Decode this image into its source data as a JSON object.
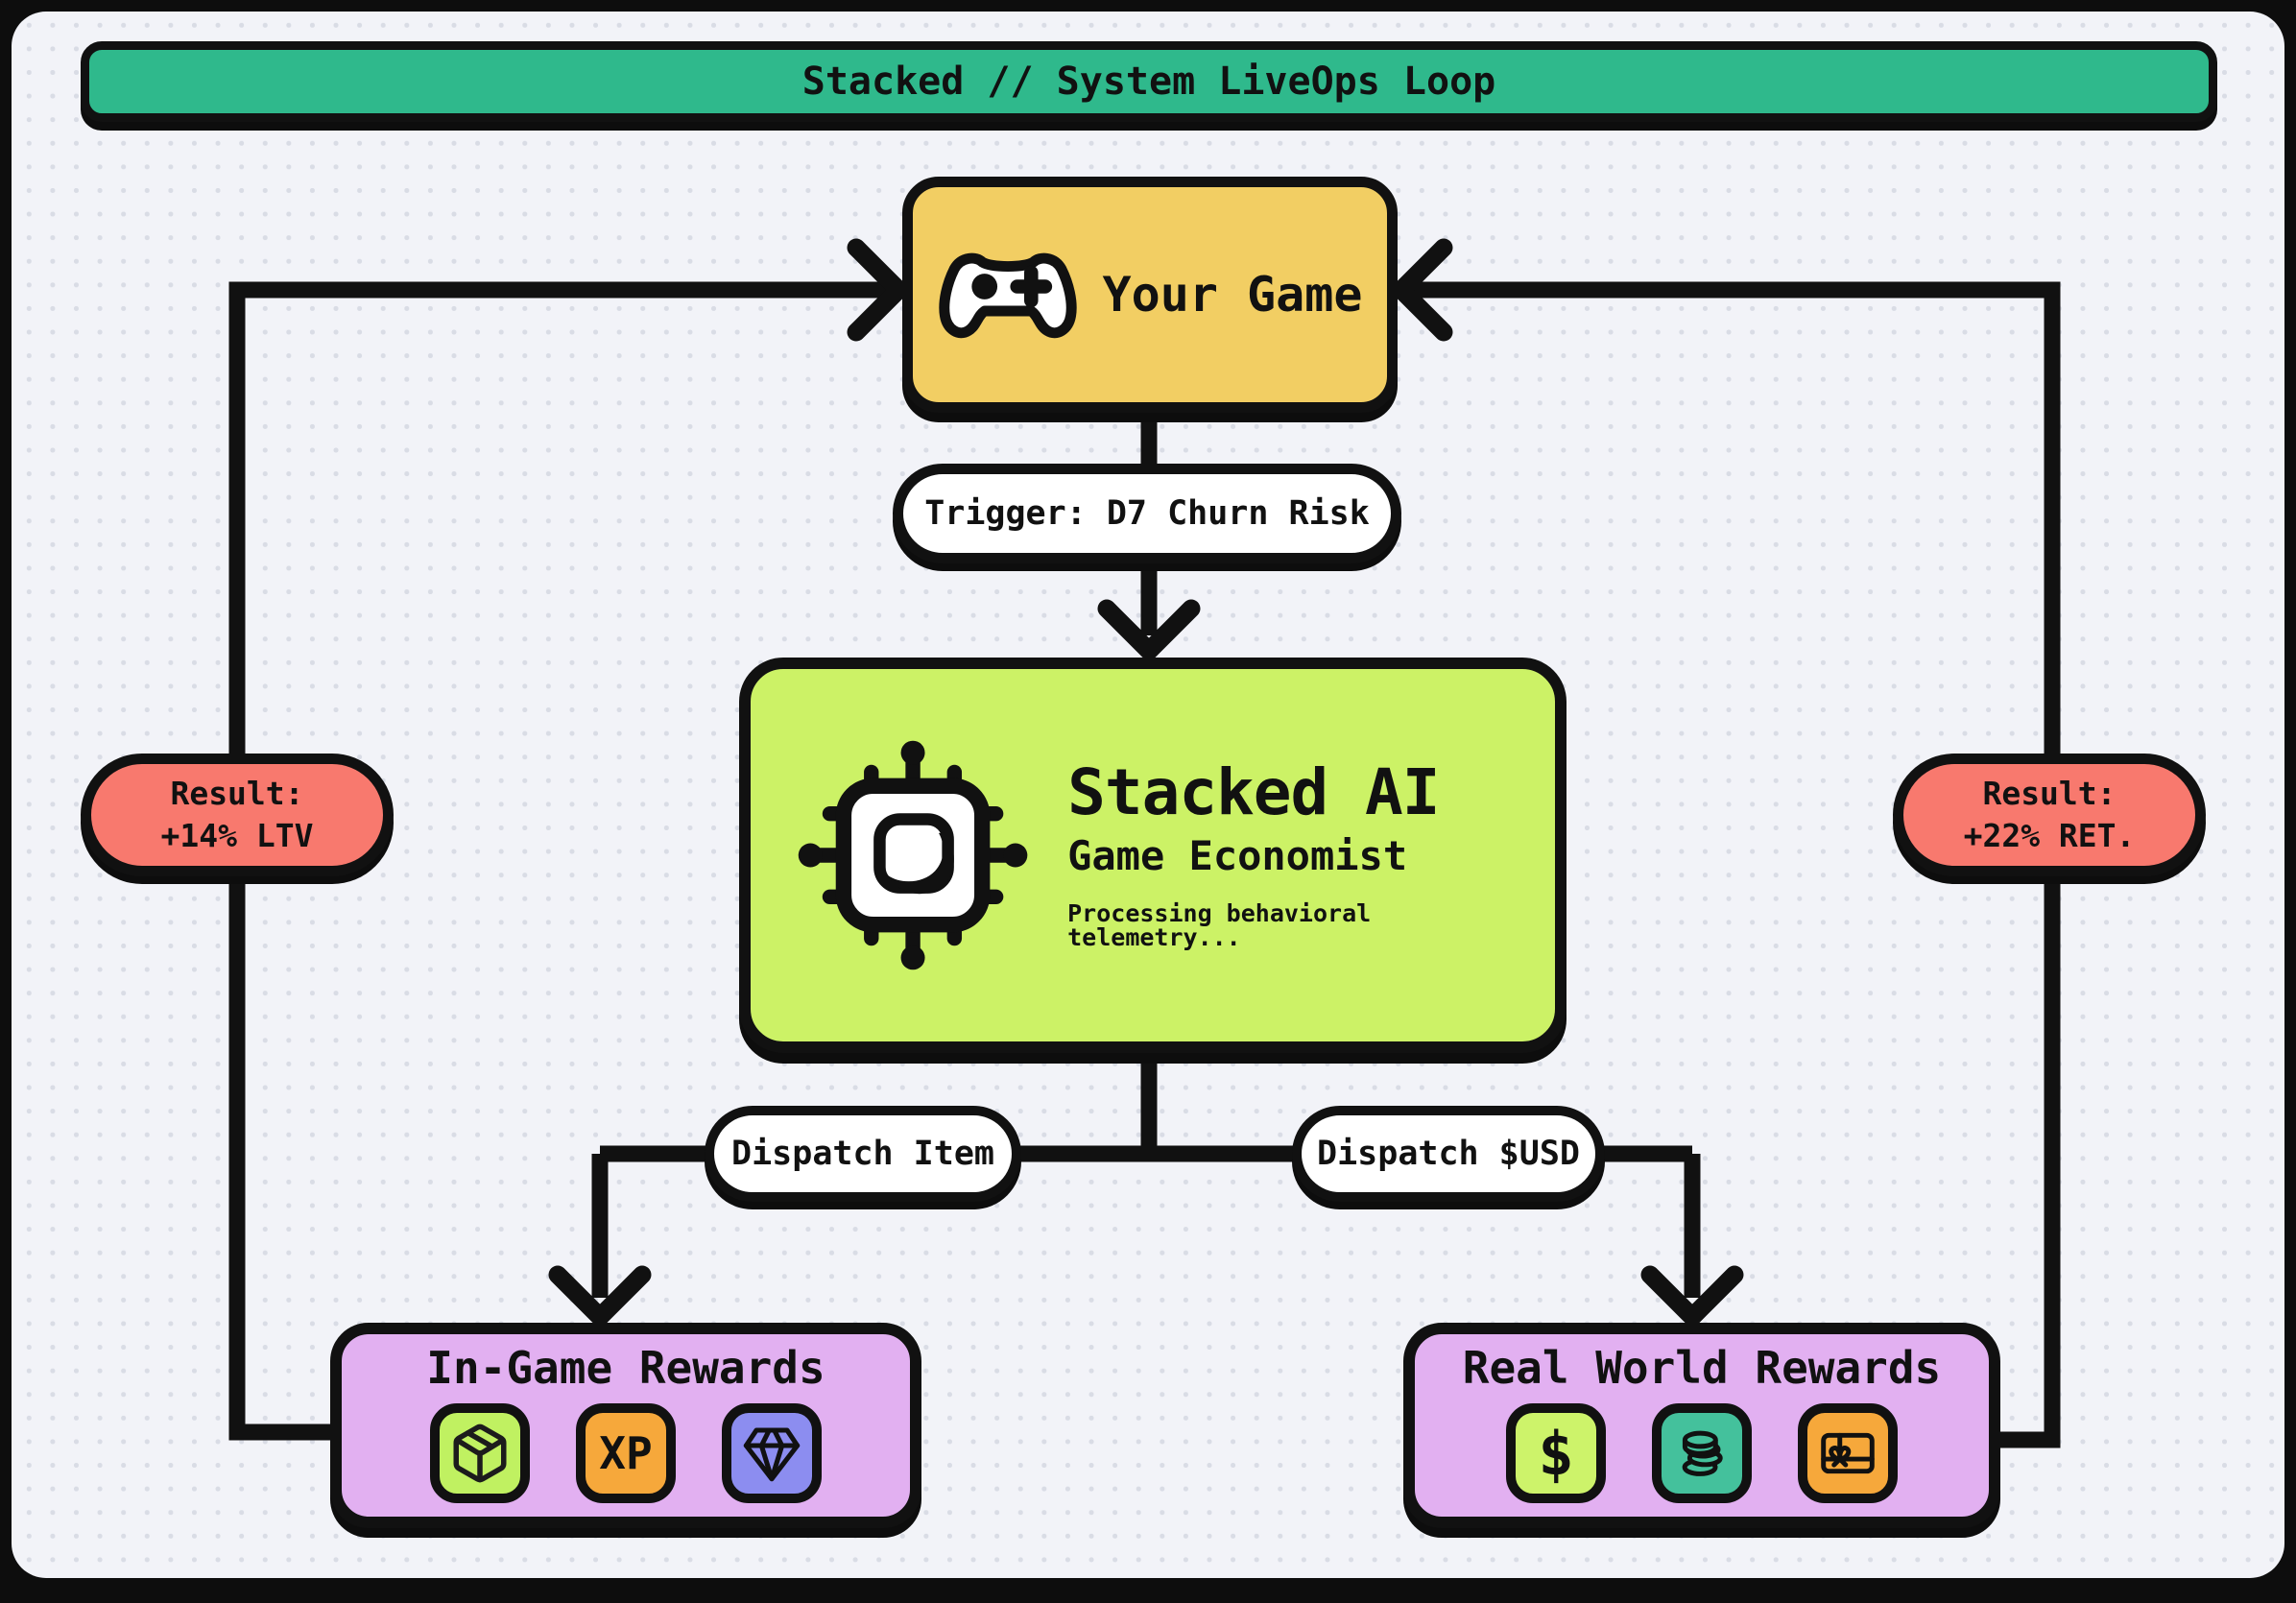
{
  "banner": {
    "title": "Stacked // System LiveOps Loop",
    "color": "#2FB98C"
  },
  "your_game": {
    "label": "Your Game",
    "icon": "gamepad-icon",
    "color": "#F2CE63"
  },
  "trigger_pill": {
    "label": "Trigger: D7 Churn Risk"
  },
  "stacked_ai": {
    "title": "Stacked AI",
    "subtitle": "Game Economist",
    "status": "Processing behavioral telemetry...",
    "icon": "chip-icon",
    "color": "#CCF266"
  },
  "dispatch_item_pill": {
    "label": "Dispatch Item"
  },
  "dispatch_usd_pill": {
    "label": "Dispatch $USD"
  },
  "in_game_rewards": {
    "title": "In-Game Rewards",
    "color": "#E2B0F1",
    "tiles": [
      {
        "icon": "package-icon",
        "color": "#C0F161"
      },
      {
        "icon": "xp-badge",
        "label": "XP",
        "color": "#F6A83B"
      },
      {
        "icon": "gem-icon",
        "color": "#8C8DF0"
      }
    ]
  },
  "real_world_rewards": {
    "title": "Real World Rewards",
    "color": "#E2B0F1",
    "tiles": [
      {
        "icon": "dollar-icon",
        "label": "$",
        "color": "#CDF36A"
      },
      {
        "icon": "coins-icon",
        "color": "#44C19C"
      },
      {
        "icon": "gift-card-icon",
        "color": "#F6A83B"
      }
    ]
  },
  "result_left": {
    "line1": "Result:",
    "line2": "+14% LTV",
    "color": "#F8796E"
  },
  "result_right": {
    "line1": "Result:",
    "line2": "+22% RET.",
    "color": "#F8796E"
  }
}
